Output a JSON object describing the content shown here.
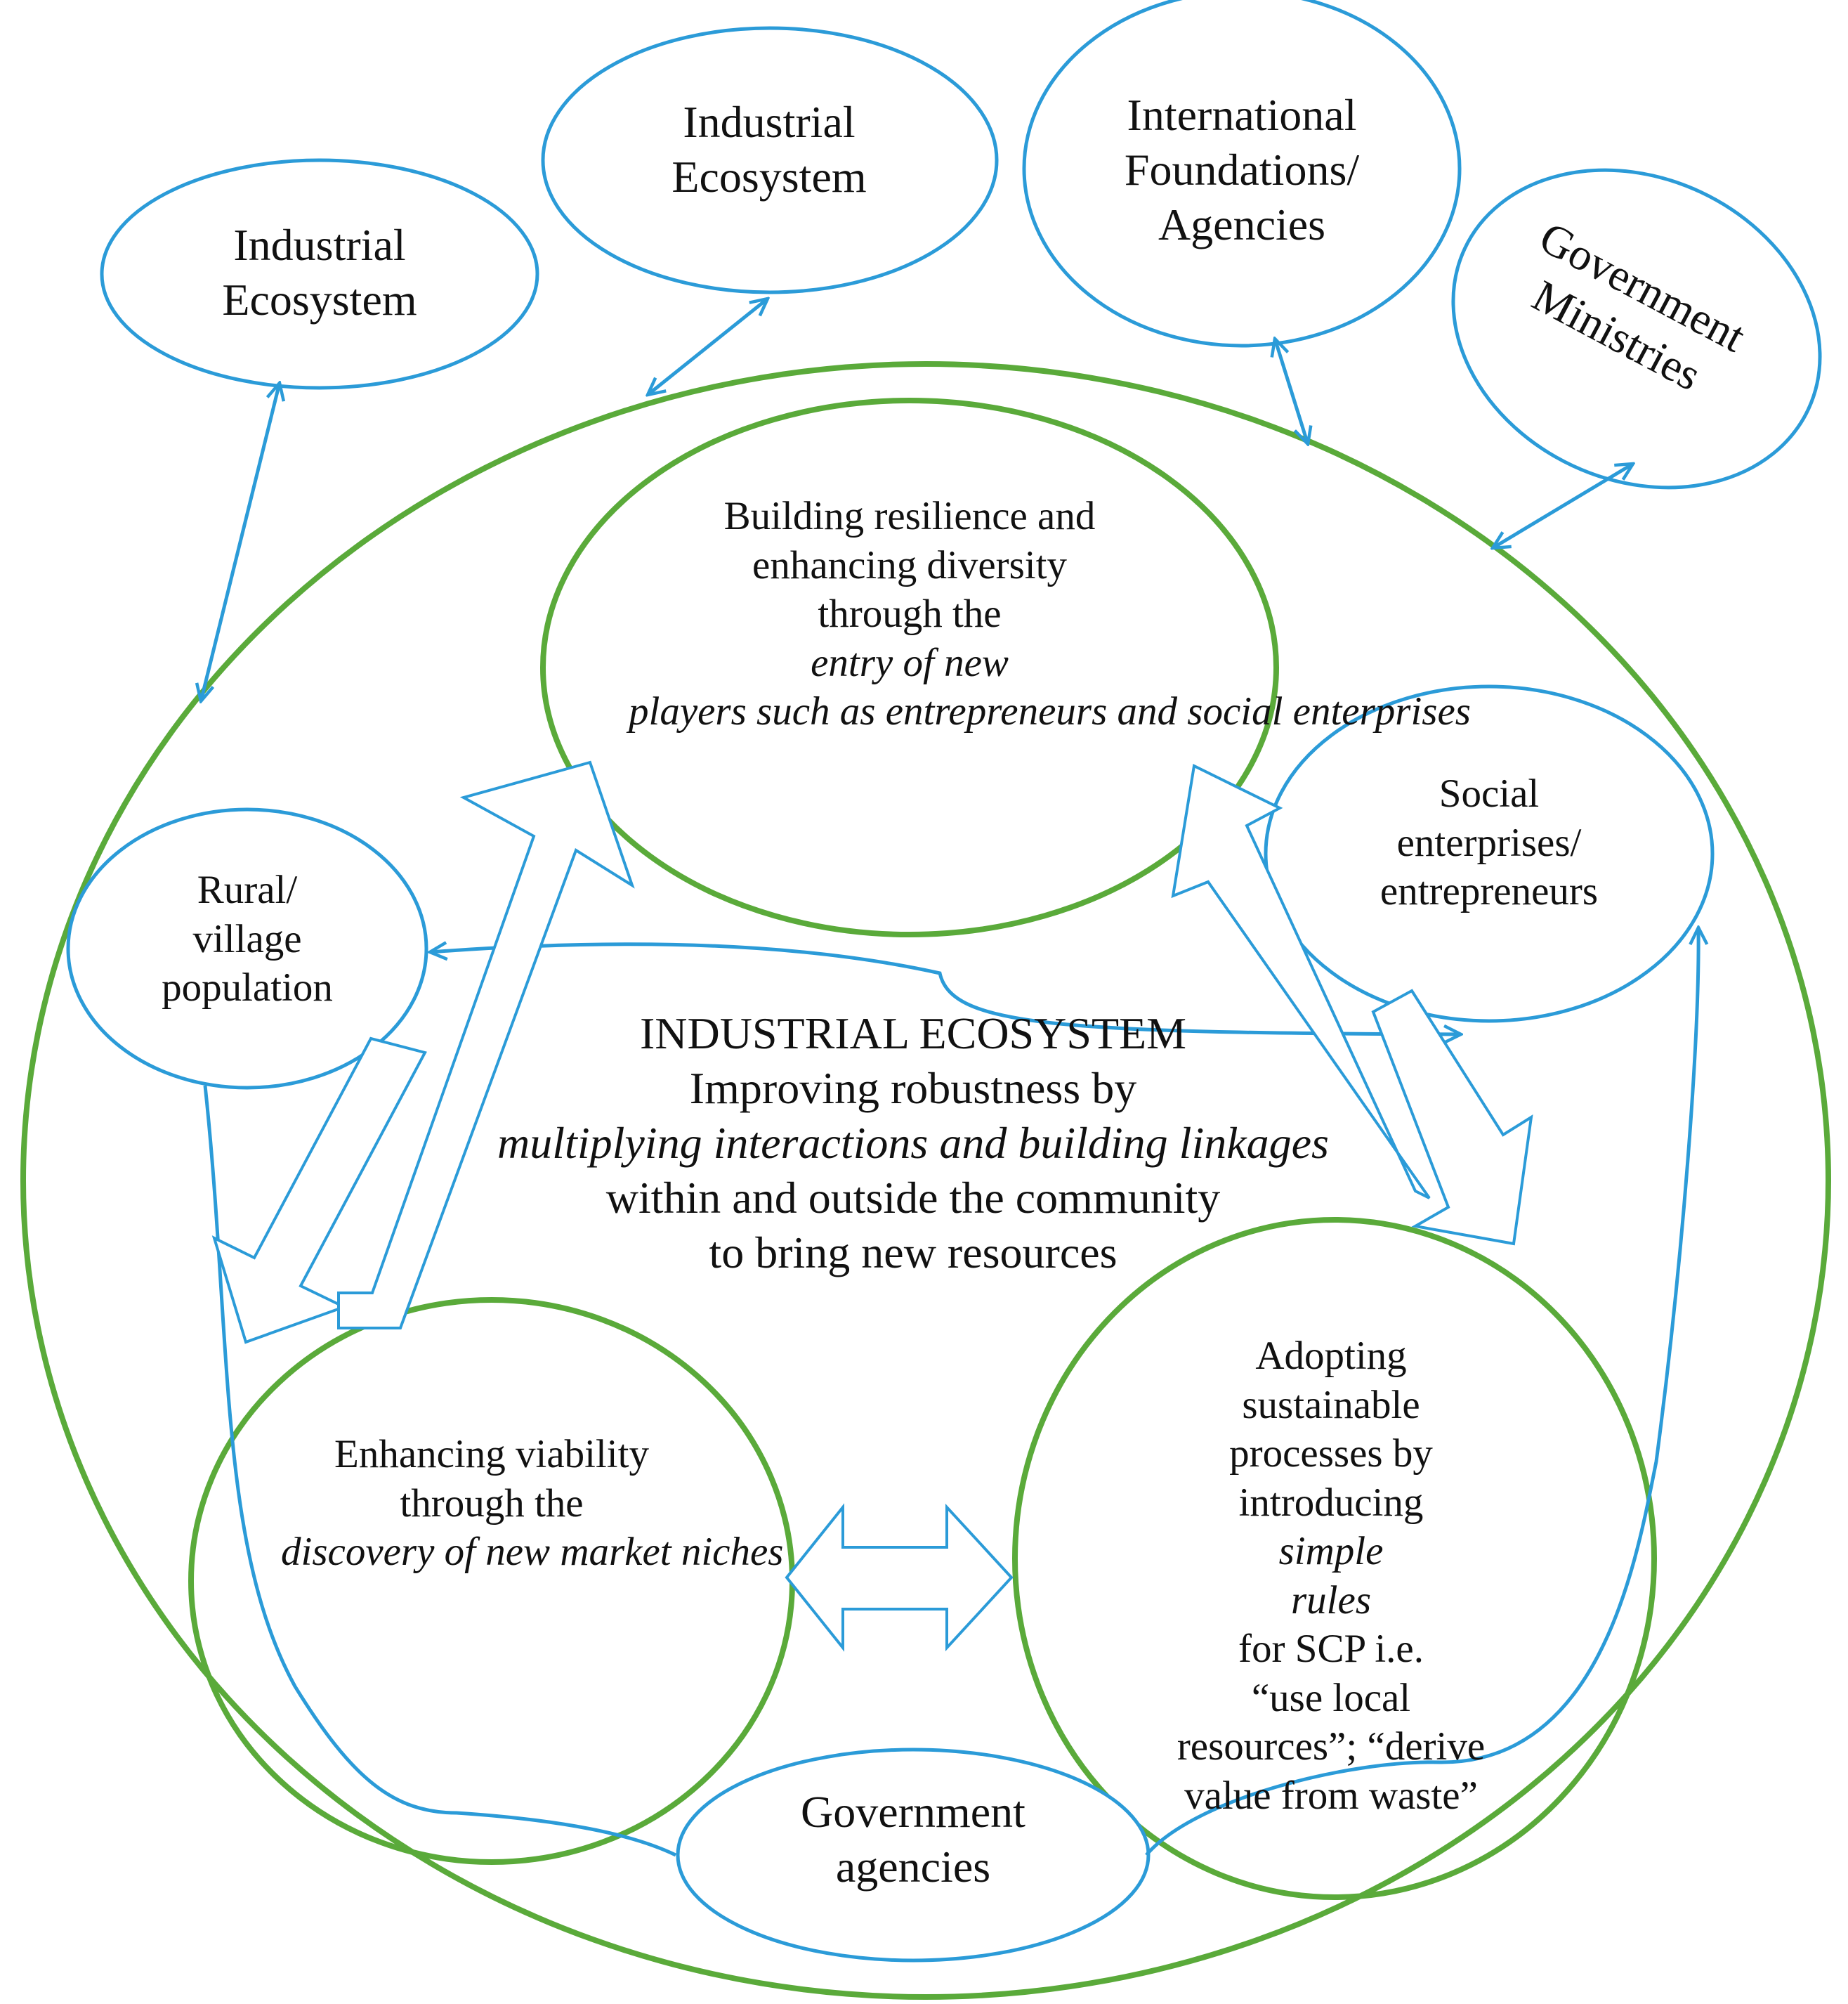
{
  "colors": {
    "green": "#5aaa3a",
    "blue": "#2b9bd8",
    "text": "#111111"
  },
  "outer": {
    "top_left": [
      "Industrial",
      "Ecosystem"
    ],
    "top_center": [
      "Industrial",
      "Ecosystem"
    ],
    "top_right": [
      "International",
      "Foundations/",
      "Agencies"
    ],
    "far_right": [
      "Government",
      "Ministries"
    ]
  },
  "inner": {
    "rural": [
      "Rural/",
      "village",
      "population"
    ],
    "social": [
      "Social",
      "enterprises/",
      "entrepreneurs"
    ],
    "gov_agencies": [
      "Government",
      "agencies"
    ]
  },
  "green_circles": {
    "top": {
      "lines": [
        "Building resilience and",
        "enhancing diversity",
        "through the",
        "entry of new",
        "players such as",
        "entrepreneurs and",
        "social enterprises"
      ]
    },
    "bottom_left": {
      "lines": [
        "Enhancing viability",
        "through the",
        "discovery of new",
        "market niches"
      ]
    },
    "bottom_right": {
      "lines": [
        "Adopting",
        "sustainable",
        "processes by",
        "introducing",
        "simple",
        "rules",
        "for SCP i.e.",
        "“use local",
        "resources”; “derive",
        "value from waste”"
      ]
    }
  },
  "center": {
    "title": "INDUSTRIAL ECOSYSTEM",
    "line1": "Improving robustness by",
    "line2": "multiplying interactions and building linkages",
    "line3": "within and outside the community",
    "line4": "to bring new resources"
  }
}
